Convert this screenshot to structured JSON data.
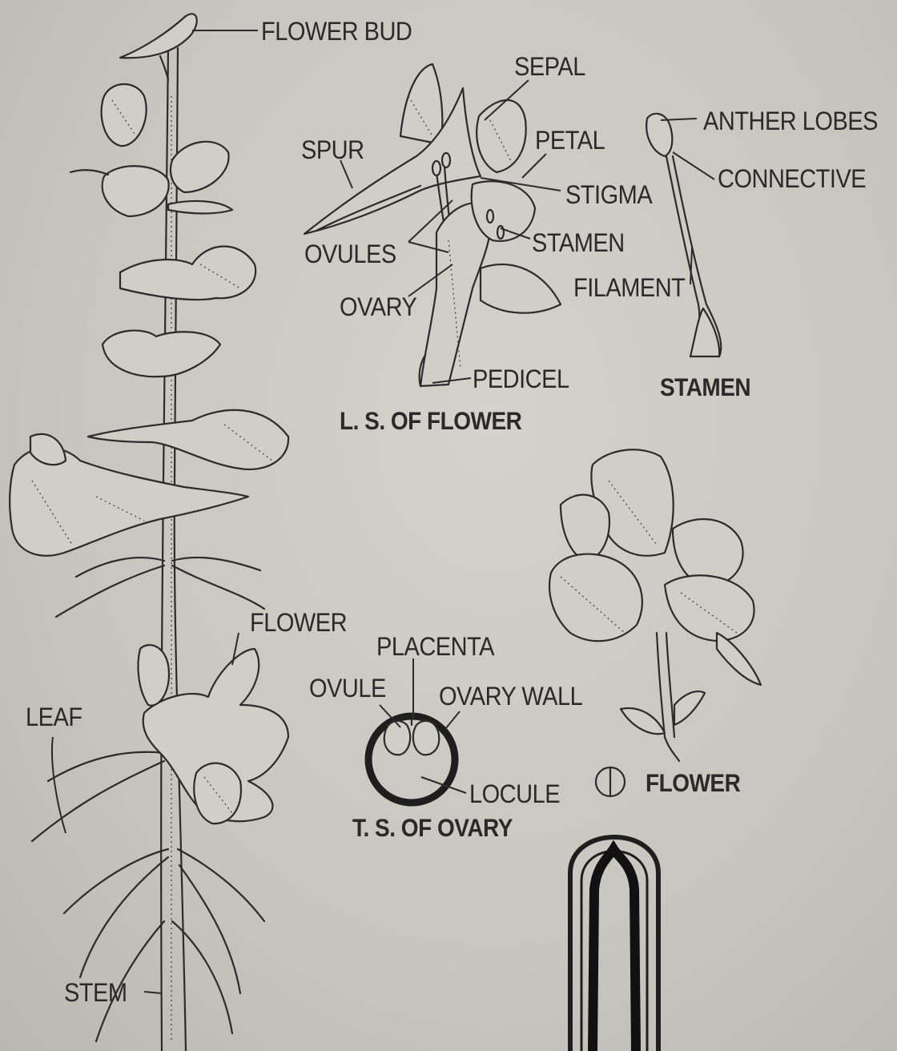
{
  "labels": {
    "flower_bud": "FLOWER BUD",
    "sepal": "SEPAL",
    "spur": "SPUR",
    "petal": "PETAL",
    "stigma": "STIGMA",
    "ovules": "OVULES",
    "stamen_part": "STAMEN",
    "ovary": "OVARY",
    "pedicel": "PEDICEL",
    "anther_lobes": "ANTHER LOBES",
    "connective": "CONNECTIVE",
    "filament": "FILAMENT",
    "flower": "FLOWER",
    "leaf": "LEAF",
    "stem": "STEM",
    "placenta": "PLACENTA",
    "ovule": "OVULE",
    "ovary_wall": "OVARY WALL",
    "locule": "LOCULE"
  },
  "captions": {
    "ls_flower": "L. S.  OF FLOWER",
    "stamen": "STAMEN",
    "ts_ovary": "T. S. OF OVARY",
    "flower": "FLOWER"
  },
  "colors": {
    "paper": "#c9c8c1",
    "ink": "#2b2b2b"
  }
}
